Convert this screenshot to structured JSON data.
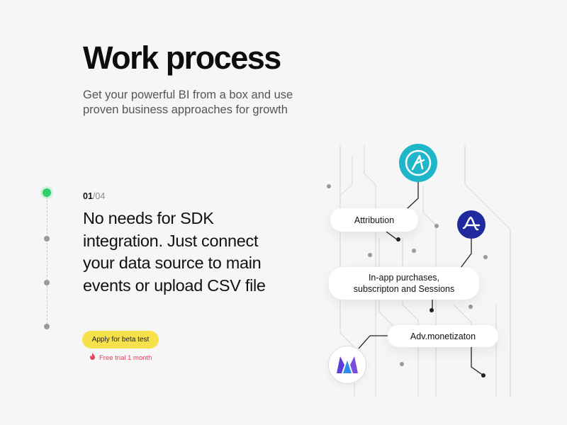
{
  "header": {
    "title": "Work process",
    "subtitle": "Get your powerful BI from a box and use proven business approaches for growth"
  },
  "step": {
    "current": "01",
    "total": "/04",
    "heading": "No needs for SDK integration. Just connect your data source to main events or upload CSV file"
  },
  "cta": {
    "label": "Apply  for beta test",
    "trial": "Free trial 1 month"
  },
  "diagram": {
    "pills": [
      "Attribution",
      "In-app purchases, subscripton and Sessions",
      "Adv.monetizaton"
    ],
    "pill_lines": {
      "line1": "In-app purchases,",
      "line2": "subscripton and Sessions"
    },
    "logos": [
      "appsflyer-style-a-logo",
      "amplitude-logo",
      "m-brand-logo"
    ]
  },
  "colors": {
    "accent_green": "#2fcf6a",
    "cta_yellow": "#f7e14a",
    "trial_red": "#e5405e",
    "teal": "#1fb6c9",
    "navy": "#202a9e"
  }
}
